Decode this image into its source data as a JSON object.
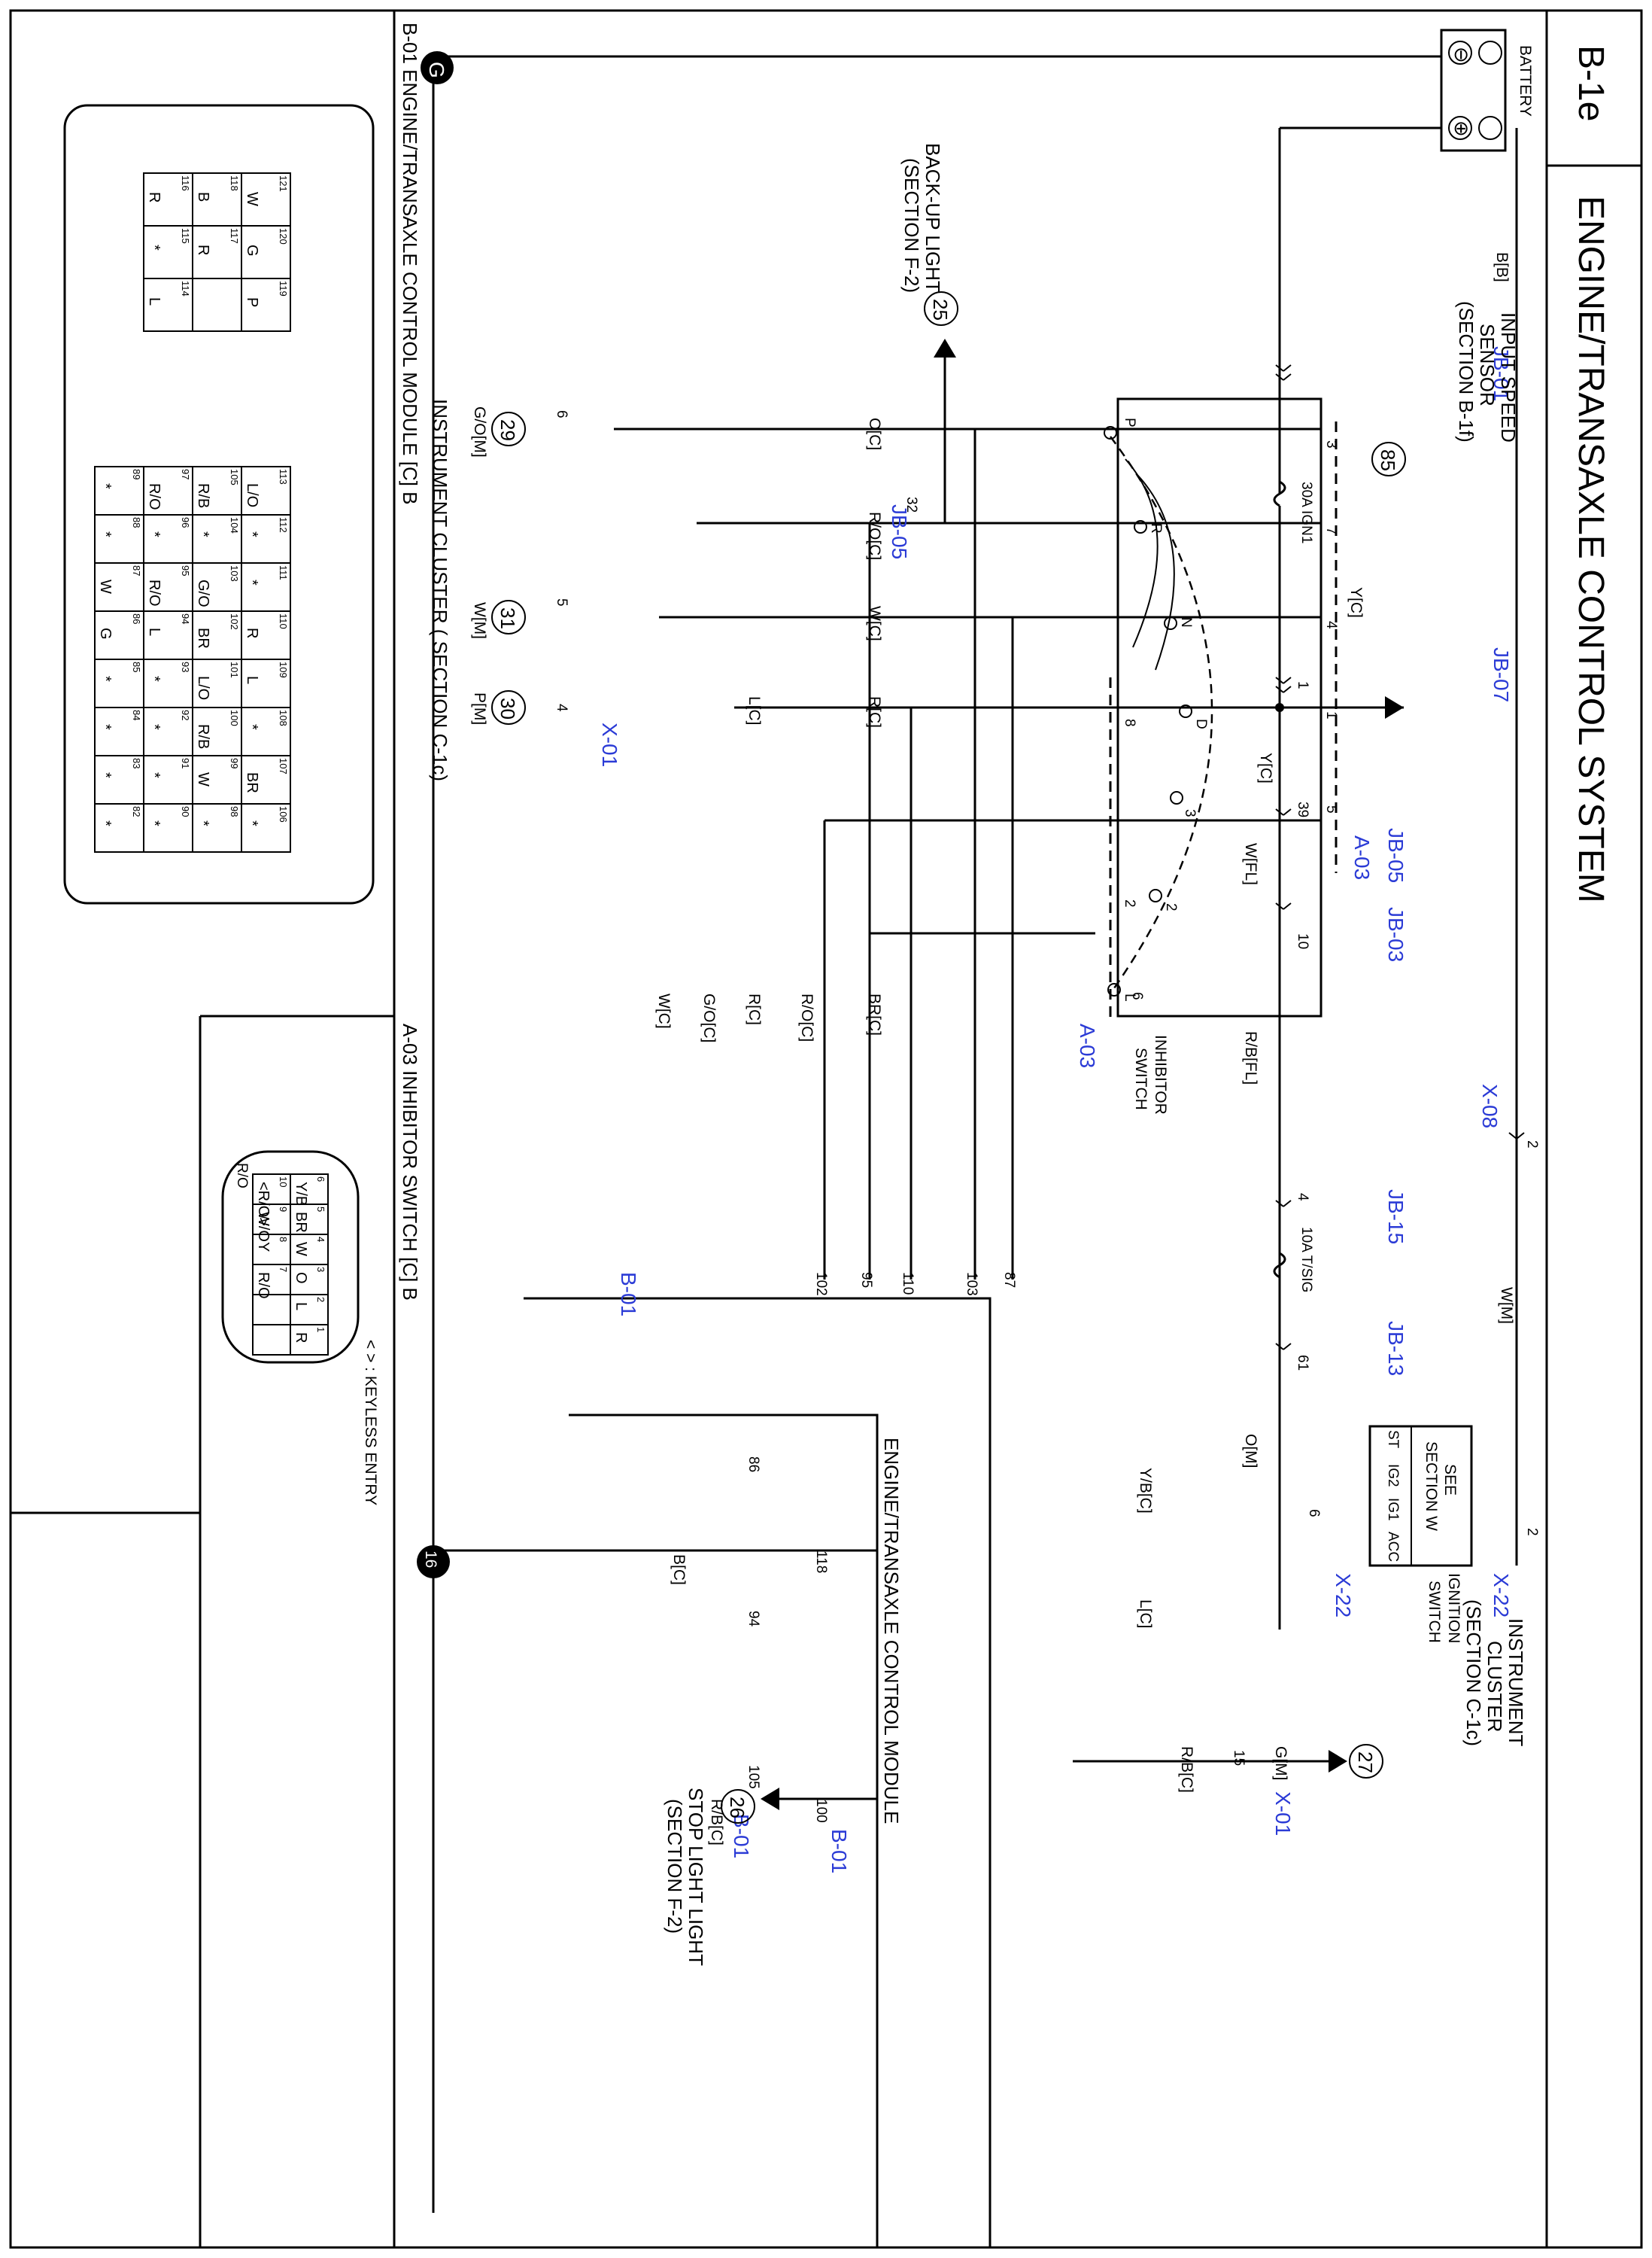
{
  "header": {
    "code": "B-1e",
    "title": "ENGINE/TRANSAXLE CONTROL SYSTEM"
  },
  "components": {
    "battery": "BATTERY",
    "input_speed_sensor": [
      "INPUT SPEED",
      "SENSOR",
      "(SECTION B-1f)"
    ],
    "inhibitor_switch": [
      "INHIBITOR",
      "SWITCH"
    ],
    "ignition_switch": [
      "IGNITION",
      "SWITCH"
    ],
    "ignition_see": [
      "SEE",
      "SECTION W"
    ],
    "ignition_positions": [
      "ST",
      "IG2",
      "IG1",
      "ACC"
    ],
    "instrument_cluster_right": [
      "INSTRUMENT",
      "CLUSTER",
      "(SECTION C-1c)"
    ],
    "ecm": "ENGINE/TRANSAXLE CONTROL MODULE",
    "stop_light": [
      "STOP LIGHT LIGHT",
      "(SECTION F-2)"
    ],
    "backup_light": [
      "BACK-UP LIGHT",
      "(SECTION F-2)"
    ],
    "instrument_cluster_left": "INSTRUMENT CLUSTER ( SECTION C-1c)"
  },
  "fuses": {
    "f30": "30A IGN1",
    "f10": "10A T/SIG"
  },
  "references": {
    "r85": "85",
    "r25": "25",
    "r27": "27",
    "r26": "26",
    "r29": "29",
    "r31": "31",
    "r30": "30"
  },
  "grounds": {
    "g": "G",
    "g16": "16"
  },
  "connectors": {
    "jb01": "JB-01",
    "jb07": "JB-07",
    "jb05a": "JB-05",
    "jb03": "JB-03",
    "x08": "X-08",
    "jb15": "JB-15",
    "jb13": "JB-13",
    "x22a": "X-22",
    "x22b": "X-22",
    "x01a": "X-01",
    "b01a": "B-01",
    "b01b": "B-01",
    "b01c": "B-01",
    "a03a": "A-03",
    "a03b": "A-03",
    "jb05b": "JB-05",
    "x01b": "X-01"
  },
  "wire_colors": {
    "bb": "B[B]",
    "yc_top": "Y[C]",
    "yc_mid": "Y[C]",
    "wfl": "W[FL]",
    "rbfl": "R/B[FL]",
    "wm": "W[M]",
    "om": "O[M]",
    "gm": "G[M]",
    "rbc": "R/B[C]",
    "ybc": "Y/B[C]",
    "lc_ecm": "L[C]",
    "bc": "B[C]",
    "rbc_stop": "R/B[C]",
    "oc": "O[C]",
    "roc": "R/O[C]",
    "wc": "W[C]",
    "rc": "R[C]",
    "lc": "L[C]",
    "brc": "BR[C]",
    "roc_v": "R/O[C]",
    "rc_v": "R[C]",
    "goc_v": "G/O[C]",
    "wc_v": "W[C]",
    "gom": "G/O[M]",
    "wm2": "W[M]",
    "pm": "P[M]"
  },
  "pins": {
    "p1": "1",
    "p39": "39",
    "p10": "10",
    "p2": "2",
    "p4": "4",
    "p61": "61",
    "p2b": "2",
    "p6b": "6",
    "p15": "15",
    "ecm86": "86",
    "ecm94": "94",
    "ecm105": "105",
    "ecm118": "118",
    "ecm100": "100",
    "s3": "3",
    "s7": "7",
    "s4": "4",
    "s1": "1",
    "s5": "5",
    "s8": "8",
    "s2": "2",
    "s6": "6",
    "sw_p": "P",
    "sw_r": "R",
    "sw_n": "N",
    "sw_d": "D",
    "sw_3": "3",
    "sw_2": "2",
    "sw_l": "L",
    "p32": "32",
    "c6": "6",
    "c5": "5",
    "c4": "4",
    "b102": "102",
    "b95": "95",
    "b110": "110",
    "b103": "103",
    "b87": "87"
  },
  "connector_views": {
    "ecm_title": "B-01 ENGINE/TRANSAXLE CONTROL MODULE [C] B",
    "inhibitor_title": "A-03 INHIBITOR SWITCH [C] B",
    "keyless_note": "< > : KEYLESS ENTRY",
    "ecm_block1": [
      [
        "121",
        "W"
      ],
      [
        "120",
        "G"
      ],
      [
        "119",
        "P"
      ],
      [
        "118",
        "B"
      ],
      [
        "117",
        "R"
      ],
      [
        "",
        ""
      ],
      [
        "116",
        "R"
      ],
      [
        "115",
        "*"
      ],
      [
        "114",
        "L"
      ]
    ],
    "ecm_block2": [
      [
        "113",
        "L/O"
      ],
      [
        "112",
        "*"
      ],
      [
        "111",
        "*"
      ],
      [
        "110",
        "R"
      ],
      [
        "109",
        "L"
      ],
      [
        "108",
        "*"
      ],
      [
        "107",
        "BR"
      ],
      [
        "106",
        "*"
      ],
      [
        "105",
        "R/B"
      ],
      [
        "104",
        "*"
      ],
      [
        "103",
        "G/O"
      ],
      [
        "102",
        "BR"
      ],
      [
        "101",
        "L/O"
      ],
      [
        "100",
        "R/B"
      ],
      [
        "99",
        "W"
      ],
      [
        "98",
        "*"
      ],
      [
        "97",
        "R/O"
      ],
      [
        "96",
        "*"
      ],
      [
        "95",
        "R/O"
      ],
      [
        "94",
        "L"
      ],
      [
        "93",
        "*"
      ],
      [
        "92",
        "*"
      ],
      [
        "91",
        "*"
      ],
      [
        "90",
        "*"
      ],
      [
        "89",
        "*"
      ],
      [
        "88",
        "*"
      ],
      [
        "87",
        "W"
      ],
      [
        "86",
        "G"
      ],
      [
        "85",
        "*"
      ],
      [
        "84",
        "*"
      ],
      [
        "83",
        "*"
      ],
      [
        "82",
        "*"
      ]
    ],
    "inh_pins": [
      [
        "6",
        "Y/B"
      ],
      [
        "5",
        "BR"
      ],
      [
        "4",
        "W"
      ],
      [
        "3",
        "O"
      ],
      [
        "2",
        "L"
      ],
      [
        "1",
        "R"
      ],
      [
        "10",
        "<R/O>"
      ],
      [
        "9",
        "W/O"
      ],
      [
        "8",
        "Y"
      ],
      [
        "7",
        "R/O"
      ],
      [
        "",
        ""
      ],
      [
        "",
        ""
      ]
    ],
    "inh_extra": "R/O"
  }
}
